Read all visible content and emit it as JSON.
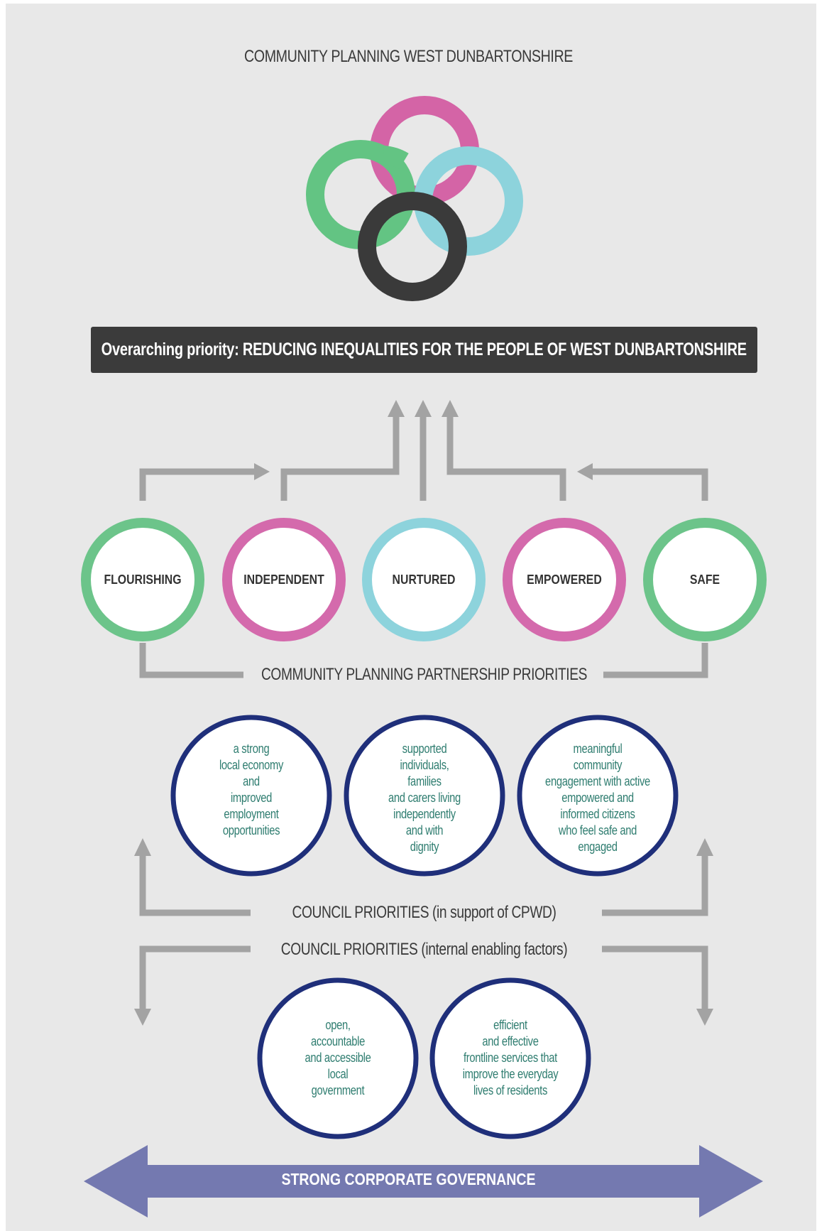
{
  "title": "COMMUNITY PLANNING WEST DUNBARTONSHIRE",
  "logo": {
    "icon": "interlocking-rings-logo",
    "ring_colors": [
      "#d464a6",
      "#63c483",
      "#8dd3dc",
      "#3a3a3a"
    ]
  },
  "banner": {
    "text": "Overarching priority: REDUCING INEQUALITIES FOR THE PEOPLE OF WEST DUNBARTONSHIRE"
  },
  "outcomes": [
    {
      "label": "FLOURISHING",
      "color": "#6cc48a"
    },
    {
      "label": "INDEPENDENT",
      "color": "#d46aac"
    },
    {
      "label": "NURTURED",
      "color": "#8dd3dc"
    },
    {
      "label": "EMPOWERED",
      "color": "#d46aac"
    },
    {
      "label": "SAFE",
      "color": "#6cc48a"
    }
  ],
  "cpp_label": "COMMUNITY PLANNING PARTNERSHIP PRIORITIES",
  "cpwd_priorities": [
    {
      "lines": [
        "a strong",
        "local economy",
        "and",
        "improved",
        "employment",
        "opportunities"
      ]
    },
    {
      "lines": [
        "supported",
        "individuals,",
        "families",
        "and carers living",
        "independently",
        "and with",
        "dignity"
      ]
    },
    {
      "lines": [
        "meaningful",
        "community",
        "engagement with active",
        "empowered and",
        "informed citizens",
        "who feel safe and",
        "engaged"
      ]
    }
  ],
  "council_support_label": "COUNCIL PRIORITIES (in support of CPWD)",
  "council_internal_label": "COUNCIL PRIORITIES (internal enabling factors)",
  "internal_priorities": [
    {
      "lines": [
        "open,",
        "accountable",
        "and accessible",
        "local",
        "government"
      ]
    },
    {
      "lines": [
        "efficient",
        "and effective",
        "frontline services that",
        "improve the everyday",
        "lives of residents"
      ]
    }
  ],
  "governance_label": "STRONG CORPORATE GOVERNANCE",
  "colors": {
    "arrow_grey": "#a3a3a3",
    "navy": "#1f2f7a",
    "governance_arrow": "#7479b0",
    "teal_text": "#2f7d70"
  }
}
